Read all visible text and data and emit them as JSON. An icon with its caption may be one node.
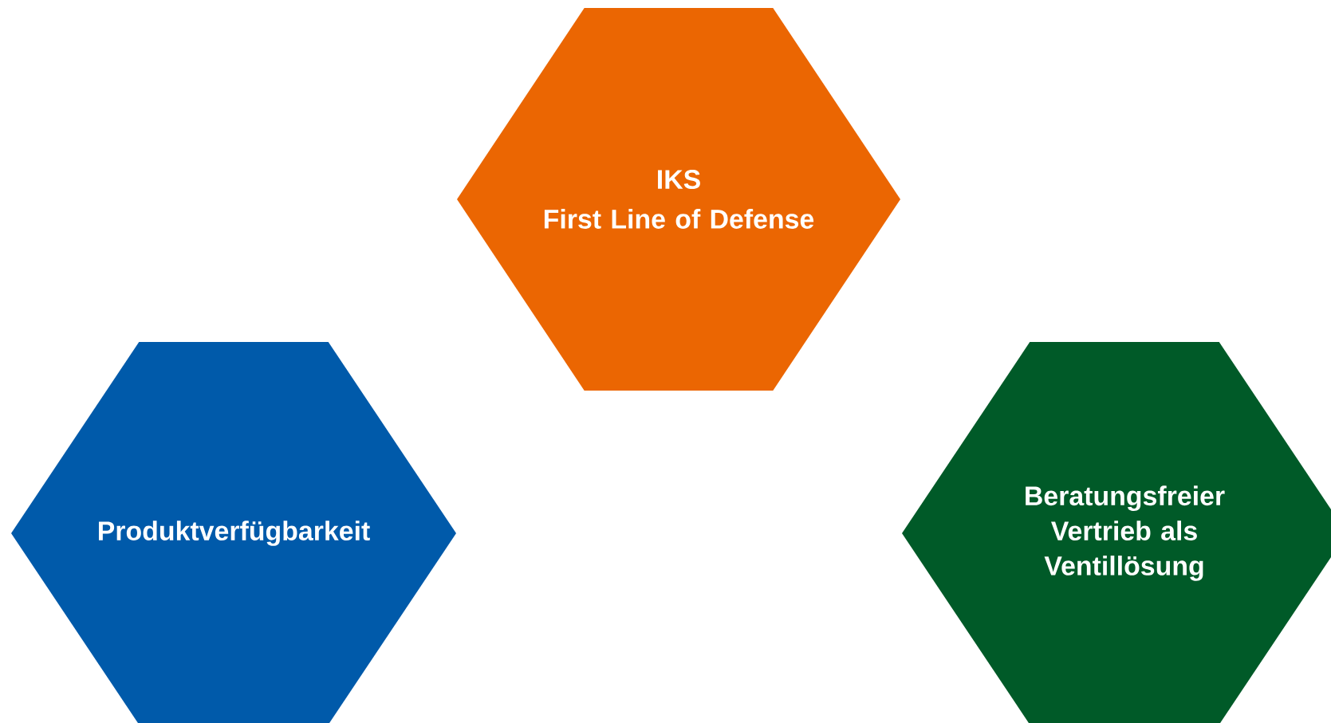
{
  "diagram": {
    "nodes": [
      {
        "text": [
          "IKS",
          "First Line of Defense"
        ]
      },
      {
        "text": [
          "Produktverfügbarkeit"
        ]
      },
      {
        "text": [
          "Beratungsfreier Vertrieb als Ventillösung"
        ]
      }
    ]
  }
}
